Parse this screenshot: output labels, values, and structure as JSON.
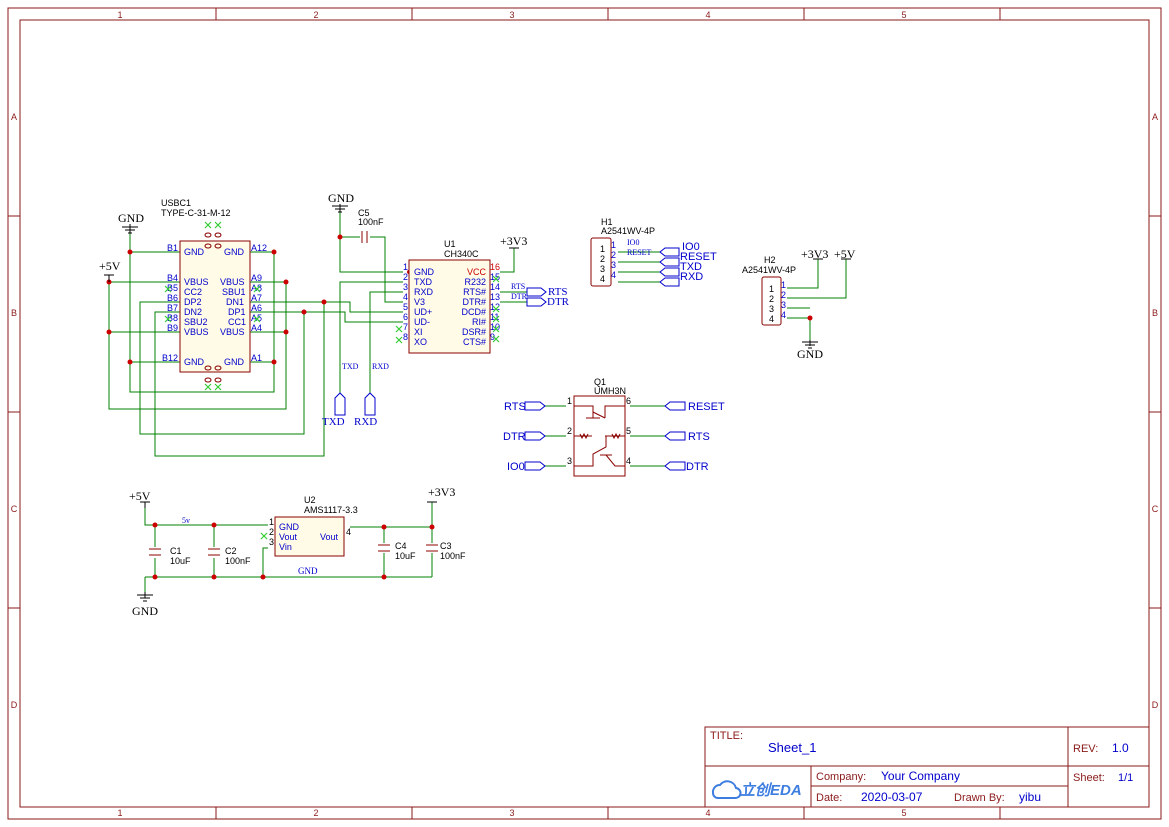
{
  "colors": {
    "border": "#8b1a1a",
    "wire": "#008000",
    "part": "#8b0000",
    "label_blue": "#0000cc",
    "junction": "#cc0000",
    "noconnect": "#33cc33",
    "text_dark": "#000000",
    "pin_num_red": "#cc0000"
  },
  "frame": {
    "col_labels": [
      "1",
      "2",
      "3",
      "4",
      "5"
    ],
    "row_labels": [
      "A",
      "B",
      "C",
      "D"
    ]
  },
  "title_block": {
    "title_label": "TITLE:",
    "title_value": "Sheet_1",
    "rev_label": "REV:",
    "rev_value": "1.0",
    "company_label": "Company:",
    "company_value": "Your Company",
    "sheet_label": "Sheet:",
    "sheet_value": "1/1",
    "date_label": "Date:",
    "date_value": "2020-03-07",
    "drawn_label": "Drawn By:",
    "drawn_value": "yibu",
    "logo_text": "立创EDA"
  },
  "power": {
    "gnd": "GND",
    "v5": "+5V",
    "v33": "+3V3"
  },
  "usbc1": {
    "ref": "USBC1",
    "value": "TYPE-C-31-M-12",
    "left_pins": [
      {
        "num": "B1",
        "name": "GND"
      },
      {
        "num": "B4",
        "name": "VBUS"
      },
      {
        "num": "B5",
        "name": "CC2"
      },
      {
        "num": "B6",
        "name": "DP2"
      },
      {
        "num": "B7",
        "name": "DN2"
      },
      {
        "num": "B8",
        "name": "SBU2"
      },
      {
        "num": "B9",
        "name": "VBUS"
      },
      {
        "num": "B12",
        "name": "GND"
      }
    ],
    "right_pins": [
      {
        "num": "A12",
        "name": "GND"
      },
      {
        "num": "A9",
        "name": "VBUS"
      },
      {
        "num": "A8",
        "name": "SBU1"
      },
      {
        "num": "A7",
        "name": "DN1"
      },
      {
        "num": "A6",
        "name": "DP1"
      },
      {
        "num": "A5",
        "name": "CC1"
      },
      {
        "num": "A4",
        "name": "VBUS"
      },
      {
        "num": "A1",
        "name": "GND"
      }
    ]
  },
  "c5": {
    "ref": "C5",
    "value": "100nF"
  },
  "u1": {
    "ref": "U1",
    "value": "CH340C",
    "left_pins": [
      {
        "num": "1",
        "name": "GND"
      },
      {
        "num": "2",
        "name": "TXD"
      },
      {
        "num": "3",
        "name": "RXD"
      },
      {
        "num": "4",
        "name": "V3"
      },
      {
        "num": "5",
        "name": "UD+"
      },
      {
        "num": "6",
        "name": "UD-"
      },
      {
        "num": "7",
        "name": "XI"
      },
      {
        "num": "8",
        "name": "XO"
      }
    ],
    "right_pins": [
      {
        "num": "16",
        "name": "VCC"
      },
      {
        "num": "15",
        "name": "R232"
      },
      {
        "num": "14",
        "name": "RTS#"
      },
      {
        "num": "13",
        "name": "DTR#"
      },
      {
        "num": "12",
        "name": "DCD#"
      },
      {
        "num": "11",
        "name": "RI#"
      },
      {
        "num": "10",
        "name": "DSR#"
      },
      {
        "num": "9",
        "name": "CTS#"
      }
    ],
    "net_rts": "RTS",
    "net_dtr": "DTR",
    "port_rts": "RTS",
    "port_dtr": "DTR",
    "net_txd": "TXD",
    "net_rxd": "RXD",
    "port_txd": "TXD",
    "port_rxd": "RXD"
  },
  "h1": {
    "ref": "H1",
    "value": "A2541WV-4P",
    "pins": [
      "1",
      "2",
      "3",
      "4"
    ],
    "nets": [
      "IO0",
      "RESET"
    ],
    "ports": [
      "IO0",
      "RESET",
      "TXD",
      "RXD"
    ]
  },
  "h2": {
    "ref": "H2",
    "value": "A2541WV-4P",
    "pins": [
      "1",
      "2",
      "3",
      "4"
    ]
  },
  "q1": {
    "ref": "Q1",
    "value": "UMH3N",
    "pins_left": [
      "1",
      "2",
      "3"
    ],
    "pins_right": [
      "6",
      "5",
      "4"
    ],
    "ports_left": [
      "RTS",
      "DTR",
      "IO0"
    ],
    "ports_right": [
      "RESET",
      "RTS",
      "DTR"
    ]
  },
  "u2": {
    "ref": "U2",
    "value": "AMS1117-3.3",
    "pins": [
      {
        "num": "1",
        "name": "GND"
      },
      {
        "num": "2",
        "name": "Vout"
      },
      {
        "num": "3",
        "name": "Vin"
      }
    ],
    "right_pin": {
      "num": "4",
      "name": "Vout"
    }
  },
  "caps": {
    "c1": {
      "ref": "C1",
      "value": "10uF"
    },
    "c2": {
      "ref": "C2",
      "value": "100nF"
    },
    "c3": {
      "ref": "C3",
      "value": "100nF"
    },
    "c4": {
      "ref": "C4",
      "value": "10uF"
    }
  },
  "nets": {
    "n5v": "5v",
    "gnd": "GND"
  }
}
